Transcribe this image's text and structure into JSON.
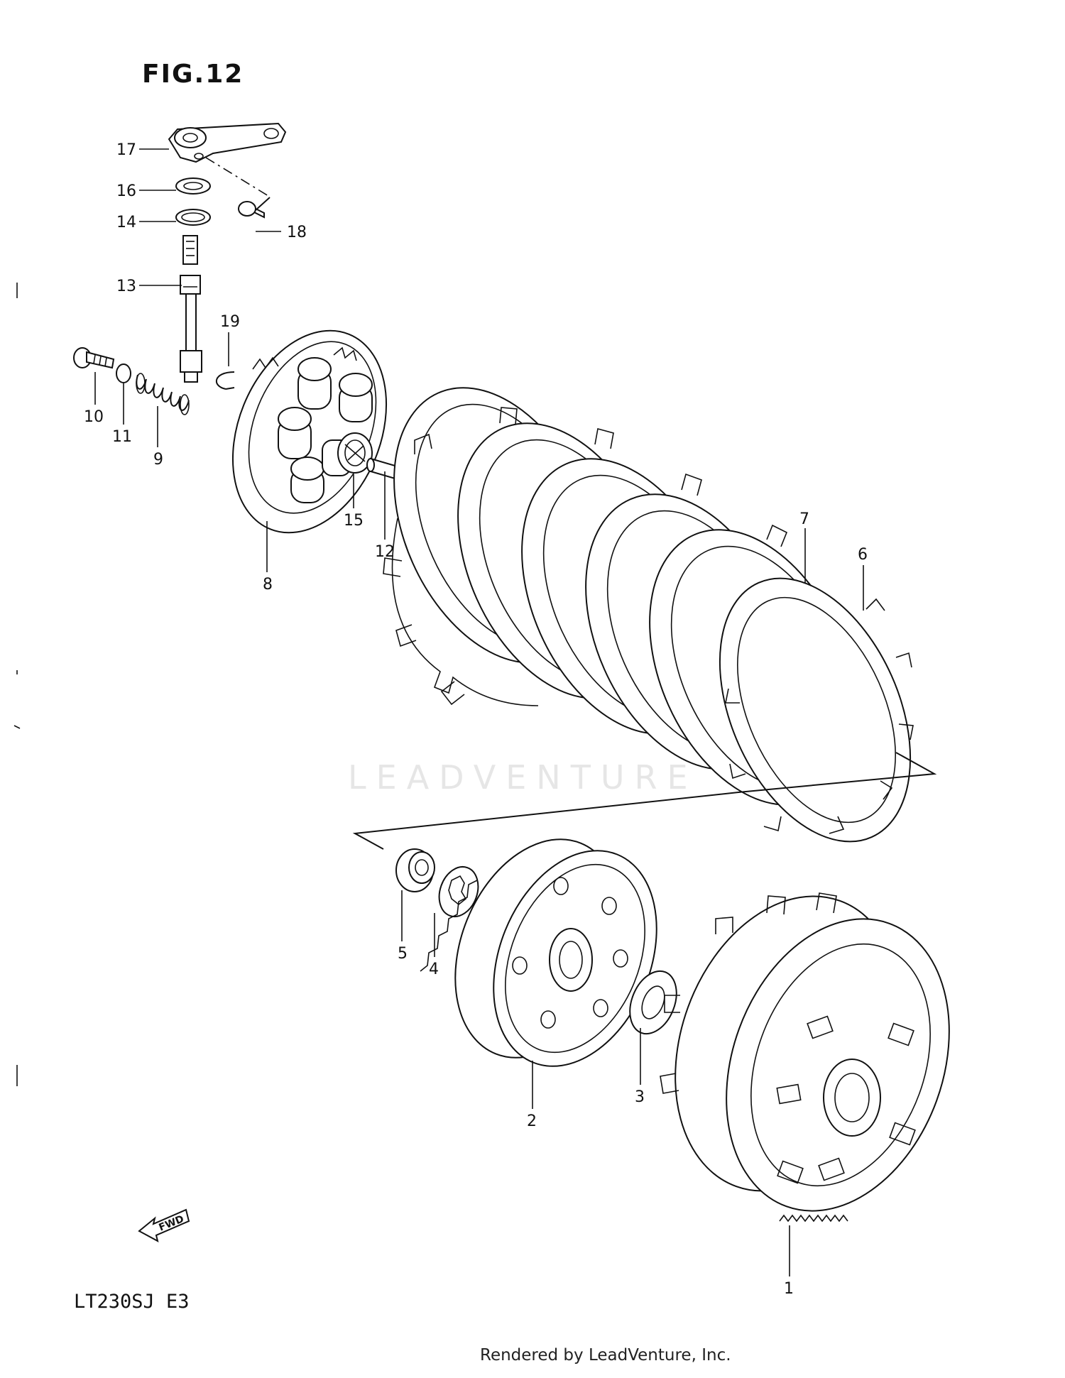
{
  "figure_title": "FIG.12",
  "model_code": "LT230SJ  E3",
  "credit": "Rendered by LeadVenture, Inc.",
  "watermark": "LEADVENTURE",
  "fwd_label": "FWD",
  "callouts": {
    "p1": "1",
    "p2": "2",
    "p3": "3",
    "p4": "4",
    "p5": "5",
    "p6": "6",
    "p7": "7",
    "p8": "8",
    "p9": "9",
    "p10": "10",
    "p11": "11",
    "p12": "12",
    "p13": "13",
    "p14": "14",
    "p15": "15",
    "p16": "16",
    "p17": "17",
    "p18": "18",
    "p19": "19"
  }
}
